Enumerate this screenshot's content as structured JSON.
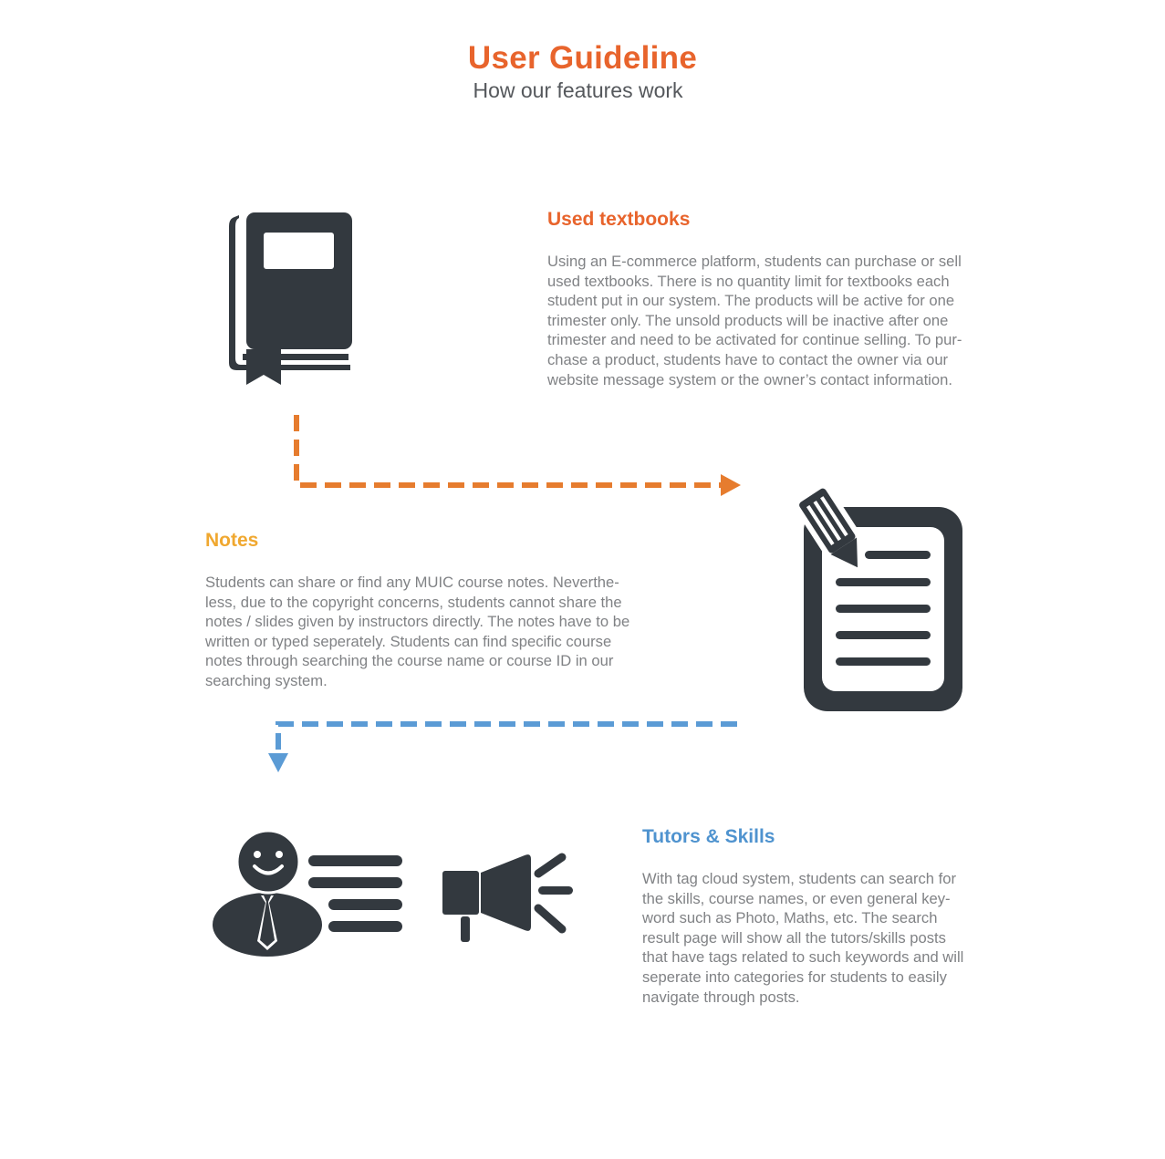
{
  "header": {
    "title": "User Guideline",
    "subtitle": "How our features work"
  },
  "colors": {
    "title": "#e8642c",
    "used_textbooks": "#e8642c",
    "notes": "#f0a830",
    "tutors_skills": "#4f93cf",
    "arrow_orange": "#e67c2e",
    "arrow_blue": "#5b9bd5",
    "icon": "#33393f",
    "body_text": "#808285"
  },
  "sections": {
    "used_textbooks": {
      "heading": "Used textbooks",
      "body_lines": [
        "Using an E-commerce platform, students can purchase or sell",
        "used textbooks. There is no quantity limit for textbooks each",
        "student put in our system. The products will be active for one",
        "trimester only. The unsold products will be inactive after one",
        "trimester and need to be activated for continue selling. To pur-",
        "chase a product, students have to contact the owner via our",
        "website message system or the owner’s contact information."
      ],
      "icon": "book-icon"
    },
    "notes": {
      "heading": "Notes",
      "body_lines": [
        "Students can share or find any MUIC course notes. Neverthe-",
        "less, due to the copyright concerns, students cannot share the",
        "notes / slides given by instructors directly. The notes have to be",
        "written or typed seperately. Students can find specific course",
        "notes through searching the course name or course ID in our",
        "searching system."
      ],
      "icon": "notepad-pencil-icon"
    },
    "tutors_skills": {
      "heading": "Tutors & Skills",
      "body_lines": [
        "With tag cloud system, students can search for",
        "the skills, course names, or even general key-",
        "word such as Photo, Maths, etc. The search",
        "result page will show all the tutors/skills posts",
        "that have tags related to such keywords and will",
        "seperate into categories for students to easily",
        "navigate through posts."
      ],
      "icons": [
        "tutor-profile-icon",
        "megaphone-icon"
      ]
    }
  }
}
